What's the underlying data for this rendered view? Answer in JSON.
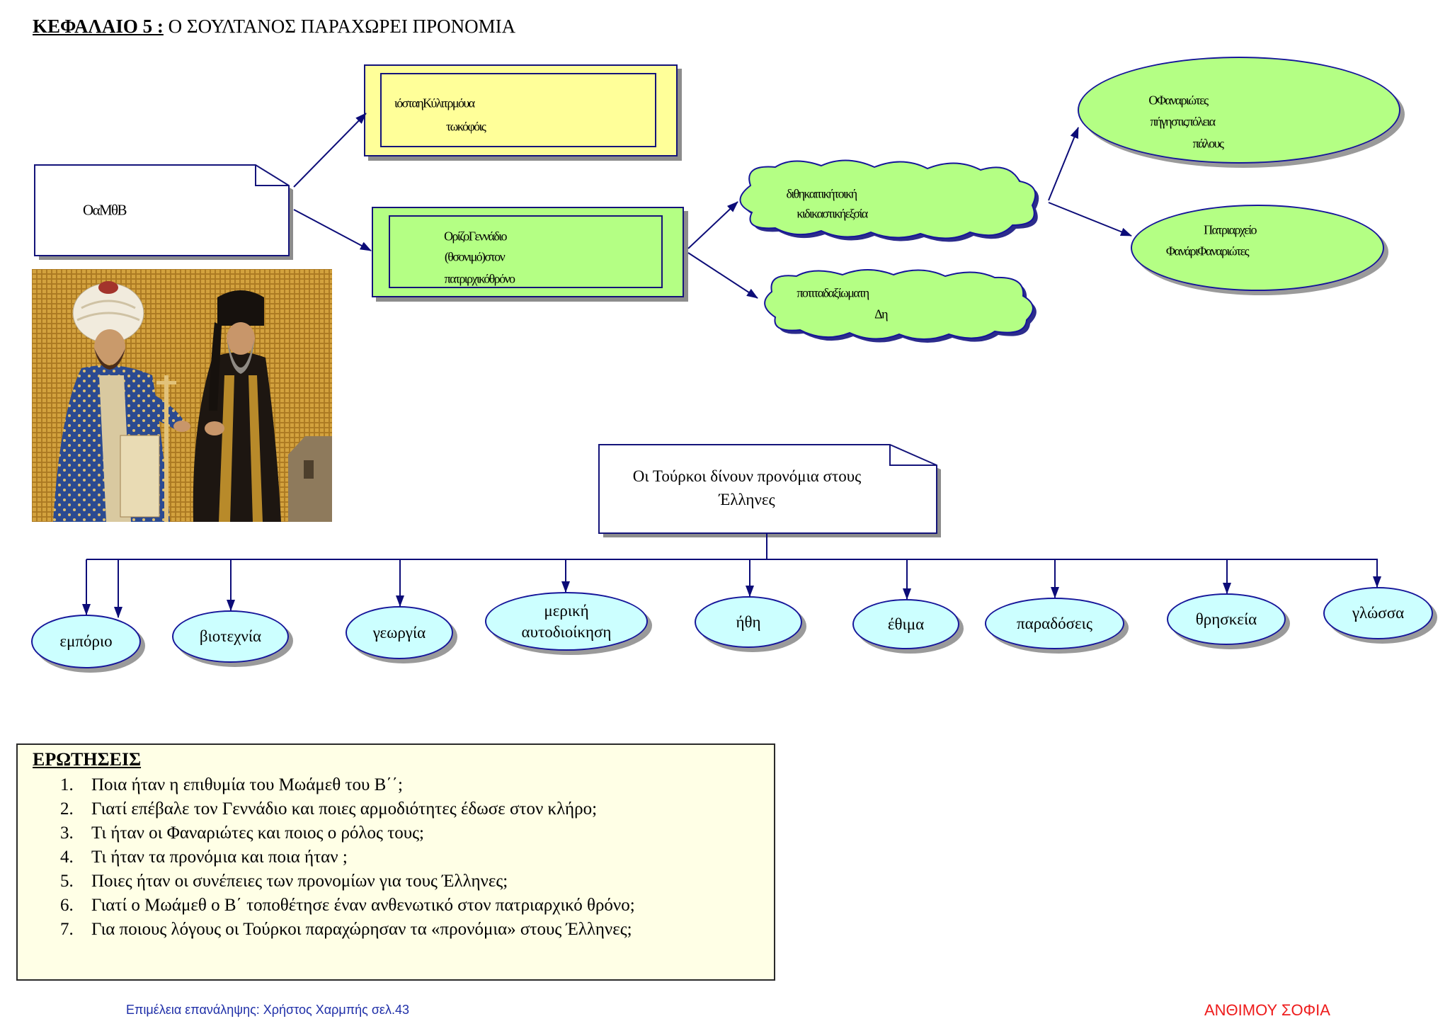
{
  "header": {
    "chapter": "ΚΕΦΑΛΑΙΟ 5 :",
    "title": " Ο ΣΟΥΛΤΑΝΟΣ ΠΑΡΑΧΩΡΕΙ ΠΡΟΝΟΜΙΑ"
  },
  "diagram": {
    "sultan_box": "ΟαΜθΒ",
    "capital_box": [
      "ιόσταηΚύλιτρμόυα",
      "τωκόφόις"
    ],
    "patriarch_box": [
      "ΟρίζοΓεννάδιο",
      "(θσονιμό)στον",
      "πατριρχικόθρόνο"
    ],
    "cloud_powers": [
      "διθηκαιτικήτοική",
      "κιδικαστικήεξσία"
    ],
    "cloud_title": [
      "ποτιταδαξίωματη",
      "Δη"
    ],
    "ellipse_phanariots": [
      "ΟΦαναριώτες",
      "πήγηστιςπόλεια",
      "πάλους"
    ],
    "ellipse_patriarchate": [
      "Πατριαρχείο",
      "ΦανάριΦαναριώτες"
    ],
    "privileges_box": [
      "Οι Τούρκοι δίνουν προνόμια στους",
      "Έλληνες"
    ],
    "privileges": {
      "trade": "εμπόριο",
      "crafts": "βιοτεχνία",
      "agriculture": "γεωργία",
      "self_government": [
        "μερική",
        "αυτοδιοίκηση"
      ],
      "manners": "ήθη",
      "customs": "έθιμα",
      "traditions": "παραδόσεις",
      "religion": "θρησκεία",
      "language": "γλώσσα"
    }
  },
  "questions": {
    "title": "ΕΡΩΤΗΣΕΙΣ",
    "items": [
      {
        "num": "1.",
        "text": "Ποια ήταν η επιθυμία του Μωάμεθ του Β΄΄;"
      },
      {
        "num": "2.",
        "text": "Γιατί επέβαλε τον Γεννάδιο και ποιες αρμοδιότητες έδωσε στον κλήρο;"
      },
      {
        "num": "3.",
        "text": "Τι ήταν οι Φαναριώτες και ποιος ο ρόλος τους;"
      },
      {
        "num": "4.",
        "text": "Τι ήταν τα προνόμια και ποια ήταν ;"
      },
      {
        "num": "5.",
        "text": "Ποιες ήταν οι συνέπειες των προνομίων για τους Έλληνες;"
      },
      {
        "num": "6.",
        "text": "Γιατί ο Μωάμεθ ο Β΄ τοποθέτησε έναν ανθενωτικό στον πατριαρχικό θρόνο;"
      },
      {
        "num": "7.",
        "text": "Για ποιους λόγους οι Τούρκοι παραχώρησαν τα «προνόμια»  στους Έλληνες;"
      }
    ]
  },
  "footer": {
    "credit": "Επιμέλεια επανάληψης: Χρήστος Χαρμπής σελ.43",
    "author": "ΑΝΘΙΜΟΥ ΣΟΦΙΑ"
  },
  "colors": {
    "outline": "#14147a",
    "yellow_fill": "#ffff99",
    "green_fill": "#b4ff84",
    "cyan_fill": "#ccffff",
    "questions_fill": "#ffffe6",
    "credit_text": "#1f2fa8",
    "author_text": "#ee1b1b"
  }
}
